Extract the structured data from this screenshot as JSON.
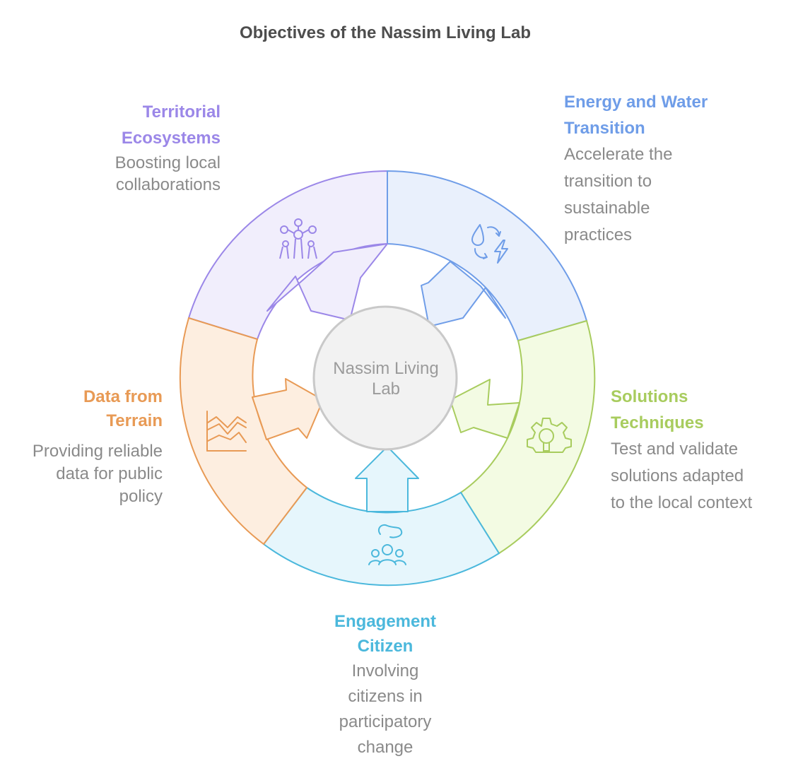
{
  "title": "Objectives of the Nassim Living Lab",
  "center": {
    "line1": "Nassim Living",
    "line2": "Lab"
  },
  "colors": {
    "purple": "#9b87e8",
    "blue": "#6f9de8",
    "green": "#a8cc5e",
    "cyan": "#4bb8dc",
    "orange": "#e89a55"
  },
  "segments": [
    {
      "key": "territorial",
      "heading": [
        "Territorial",
        "Ecosystems"
      ],
      "description": [
        "Boosting local",
        "collaborations"
      ],
      "icon": "molecule-network-icon"
    },
    {
      "key": "energy",
      "heading": [
        "Energy and Water",
        "Transition"
      ],
      "description": [
        "Accelerate the",
        "transition to",
        "sustainable",
        "practices"
      ],
      "icon": "water-energy-cycle-icon"
    },
    {
      "key": "solutions",
      "heading": [
        "Solutions",
        "Techniques"
      ],
      "description": [
        "Test and validate",
        "solutions adapted",
        "to the local context"
      ],
      "icon": "gear-lightbulb-icon"
    },
    {
      "key": "engagement",
      "heading": [
        "Engagement",
        "Citizen"
      ],
      "description": [
        "Involving",
        "citizens in",
        "participatory",
        "change"
      ],
      "icon": "people-group-icon"
    },
    {
      "key": "data",
      "heading": [
        "Data from",
        "Terrain"
      ],
      "description": [
        "Providing reliable",
        "data for public",
        "policy"
      ],
      "icon": "line-chart-icon"
    }
  ]
}
